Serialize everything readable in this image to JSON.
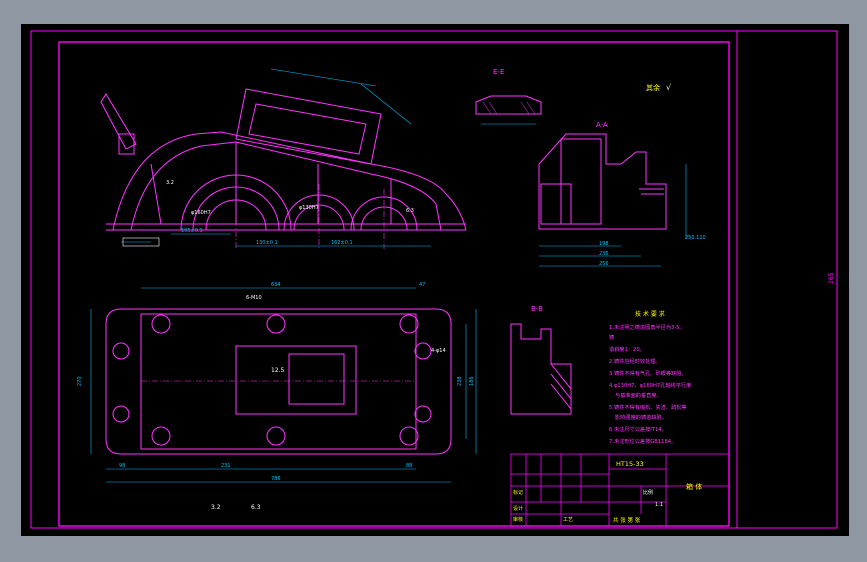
{
  "views": {
    "section_ee": "E-E",
    "section_aa": "A-A",
    "section_bb": "B-B",
    "roughness_rest": "其余"
  },
  "tech_requirements": {
    "title": "技 术 要 求",
    "lines": [
      "1.未注明之铸造圆角半径为3-5。",
      "铸",
      "造斜度1：20。",
      "2.铸件应经时效处理。",
      "3.铸件不得有气孔、砂眼等缺陷。",
      "4.φ130H7、φ160H7孔轴线平行度",
      "与基准面的垂直度。",
      "5.铸件不得有缩松、夹渣、疏松等",
      "影响强度的铸造缺陷。",
      "6.未注尺寸公差按IT14。",
      "7.未注形位公差按GB1184。"
    ]
  },
  "title_block": {
    "material": "HT15-33",
    "name": "箱 体",
    "scale_label": "比例",
    "scale_value": "1:1",
    "sheet_info": "共 张 第 张",
    "row_labels": [
      "标记",
      "设计",
      "审核",
      "工艺"
    ]
  },
  "dimensions": {
    "top_width": "634",
    "top_height": "47",
    "bottom_total": "786",
    "bottom_left": "98",
    "bottom_mid": "231",
    "bottom_right": "88",
    "left_height": "270",
    "right_h1": "238",
    "right_h2": "186",
    "sec_aa_h1": "198",
    "sec_aa_h2": "236",
    "sec_aa_h3": "256",
    "sec_aa_side": "250.110",
    "bore1": "φ160H7",
    "bore2": "φ130H7",
    "span1": "130±0.1",
    "span2": "162±0.1",
    "span3": "195±0.1",
    "holes": "4-φ14",
    "holes2": "6-M10",
    "side_mark": "265"
  },
  "roughness": {
    "r1": "3.2",
    "r2": "6.3",
    "r3": "12.5"
  },
  "colors": {
    "frame": "#ff00ff",
    "dimension": "#00bfff",
    "outline": "#ff33ff",
    "text_white": "#ffffff",
    "text_yellow": "#ffff00"
  }
}
